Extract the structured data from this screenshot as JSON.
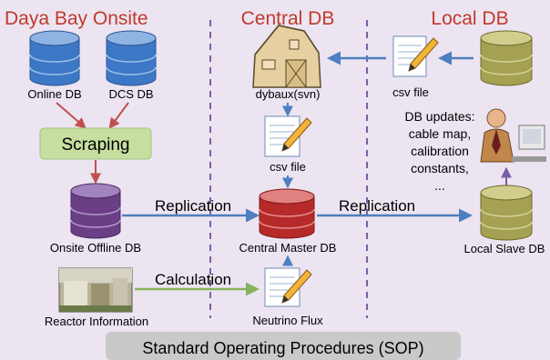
{
  "headers": {
    "onsite": "Daya Bay Onsite",
    "central": "Central DB",
    "local": "Local DB"
  },
  "nodes": {
    "online_db": "Online DB",
    "dcs_db": "DCS DB",
    "scraping": "Scraping",
    "onsite_offline_db": "Onsite Offline DB",
    "reactor_info": "Reactor Information",
    "dybaux": "dybaux(svn)",
    "csv_file_central": "csv file",
    "central_master_db": "Central Master DB",
    "neutrino_flux": "Neutrino Flux",
    "csv_file_local": "csv file",
    "local_slave_db": "Local Slave DB"
  },
  "arrows": {
    "replication_left": "Replication",
    "replication_right": "Replication",
    "calculation": "Calculation"
  },
  "updates": {
    "lines": [
      "DB updates:",
      "cable map,",
      "calibration",
      "constants,",
      "..."
    ]
  },
  "footer": "Standard Operating Procedures (SOP)",
  "colors": {
    "background": "#ece4f1",
    "header_text": "#c0392b",
    "db_blue": "#3d78c6",
    "db_purple": "#6a3f86",
    "db_red": "#b72a2a",
    "db_olive": "#a5a152",
    "scraping_box": "#c6dea0",
    "arrow_blue": "#4e7fc0",
    "arrow_red": "#c0504d",
    "arrow_green": "#86b35c",
    "divider": "#7b5ea4",
    "footer_bar": "#c9c9c9"
  }
}
